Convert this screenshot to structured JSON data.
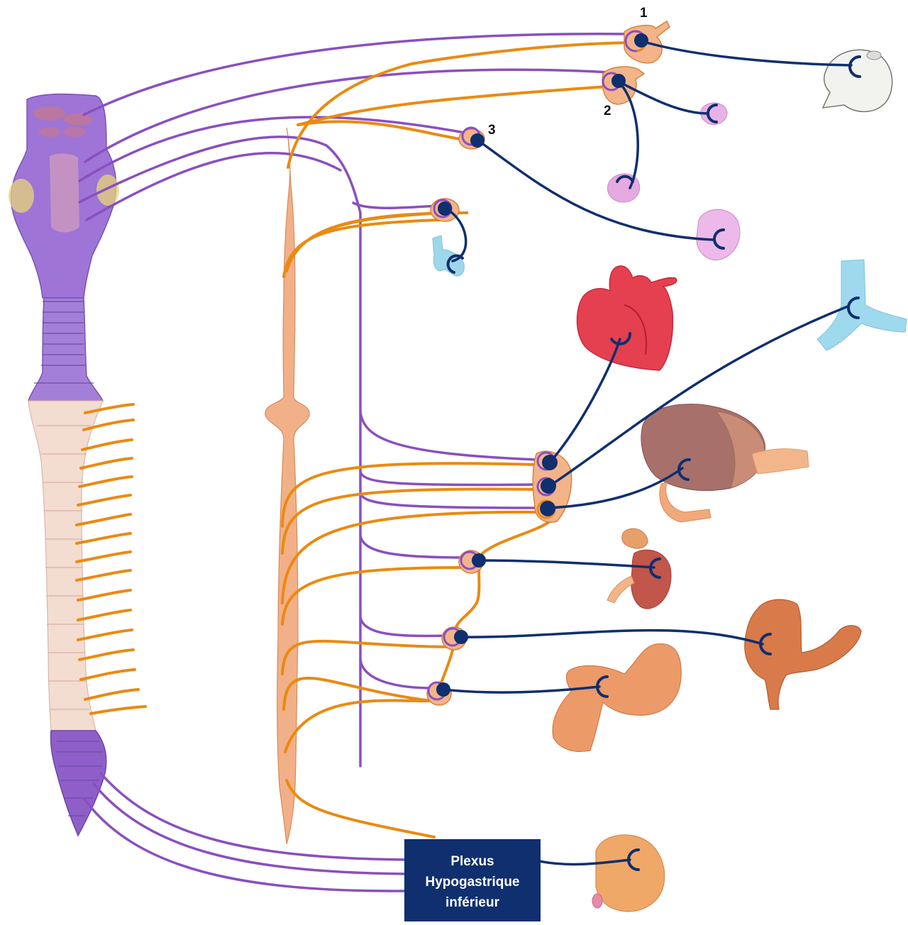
{
  "ganglion_labels": [
    "1",
    "2",
    "3"
  ],
  "plexus": {
    "line1": "Plexus",
    "line2": "Hypogastrique",
    "line3": "inférieur",
    "box_color": "#0f2f6e"
  },
  "colors": {
    "parasympathetic_preganglionic": "#8a4fc0",
    "sympathetic_preganglionic": "#ea8a12",
    "postganglionic": "#0f2f6e"
  }
}
